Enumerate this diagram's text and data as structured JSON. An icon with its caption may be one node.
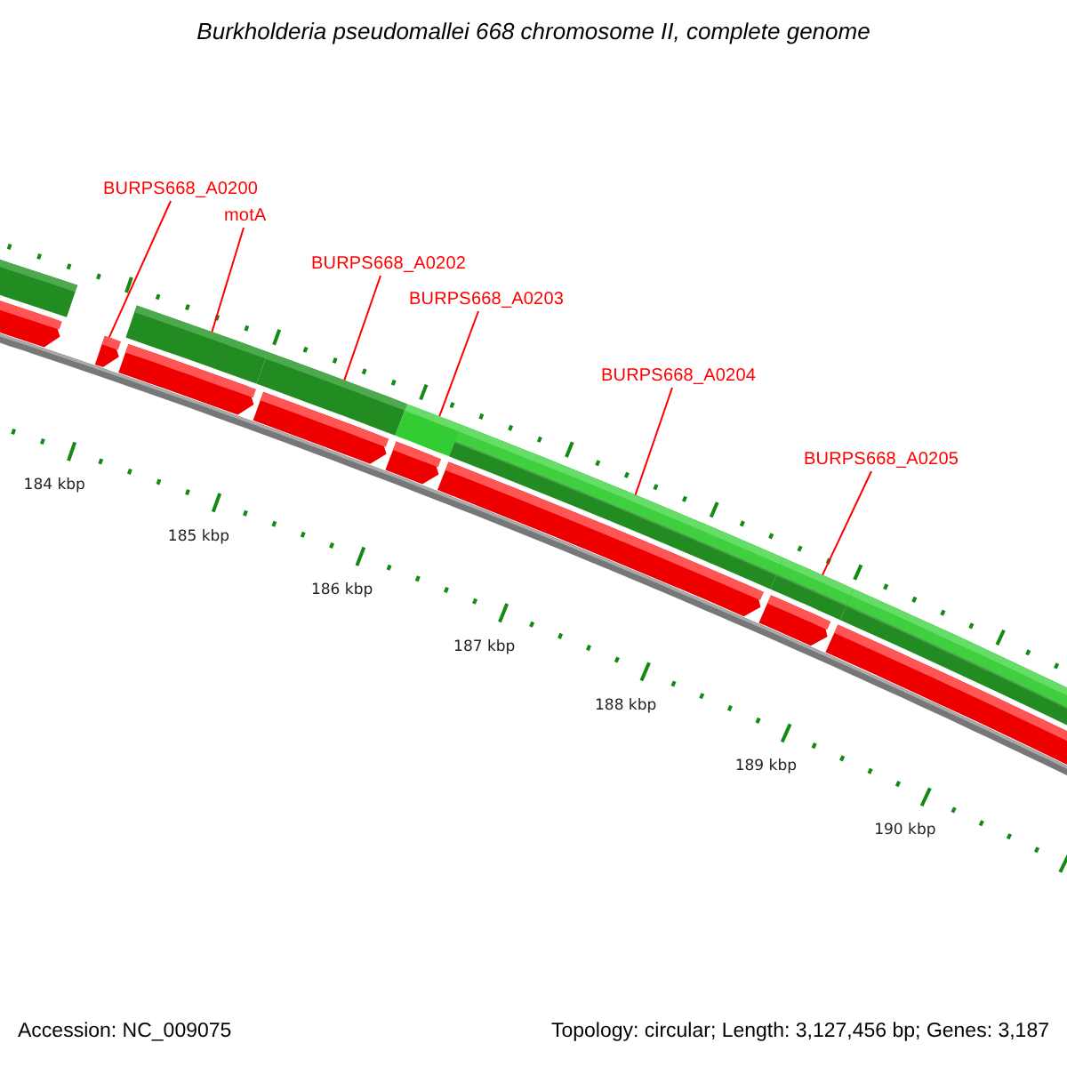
{
  "diagram": {
    "title": "Burkholderia pseudomallei 668 chromosome II, complete genome",
    "nodes": [
      {
        "text": [
          "BURPS668_A0200"
        ]
      },
      {
        "text": [
          "motA"
        ]
      },
      {
        "text": [
          "BURPS668_A0202"
        ]
      },
      {
        "text": [
          "BURPS668_A0203"
        ]
      },
      {
        "text": [
          "BURPS668_A0204"
        ]
      },
      {
        "text": [
          "BURPS668_A0205"
        ]
      },
      {
        "text": [],
        "shape": "bar"
      },
      {
        "text": [],
        "shape": "bar"
      },
      {
        "text": [],
        "shape": "bar"
      },
      {
        "text": [],
        "shape": "bar"
      },
      {
        "text": [],
        "shape": "bar"
      },
      {
        "text": [],
        "shape": "bar"
      }
    ],
    "edges": [
      {
        "from": 0,
        "to": 6,
        "arrow": "none"
      },
      {
        "from": 1,
        "to": 7,
        "arrow": "none"
      },
      {
        "from": 2,
        "to": 8,
        "arrow": "none"
      },
      {
        "from": 3,
        "to": 9,
        "arrow": "none"
      },
      {
        "from": 4,
        "to": 10,
        "arrow": "none"
      },
      {
        "from": 5,
        "to": 11,
        "arrow": "none"
      }
    ],
    "labels": [
      "184 kbp",
      "185 kbp",
      "186 kbp",
      "187 kbp",
      "188 kbp",
      "189 kbp",
      "190 kbp",
      "Accession: NC_009075",
      "Topology: circular; Length: 3,127,456 bp; Genes: 3,187"
    ]
  }
}
